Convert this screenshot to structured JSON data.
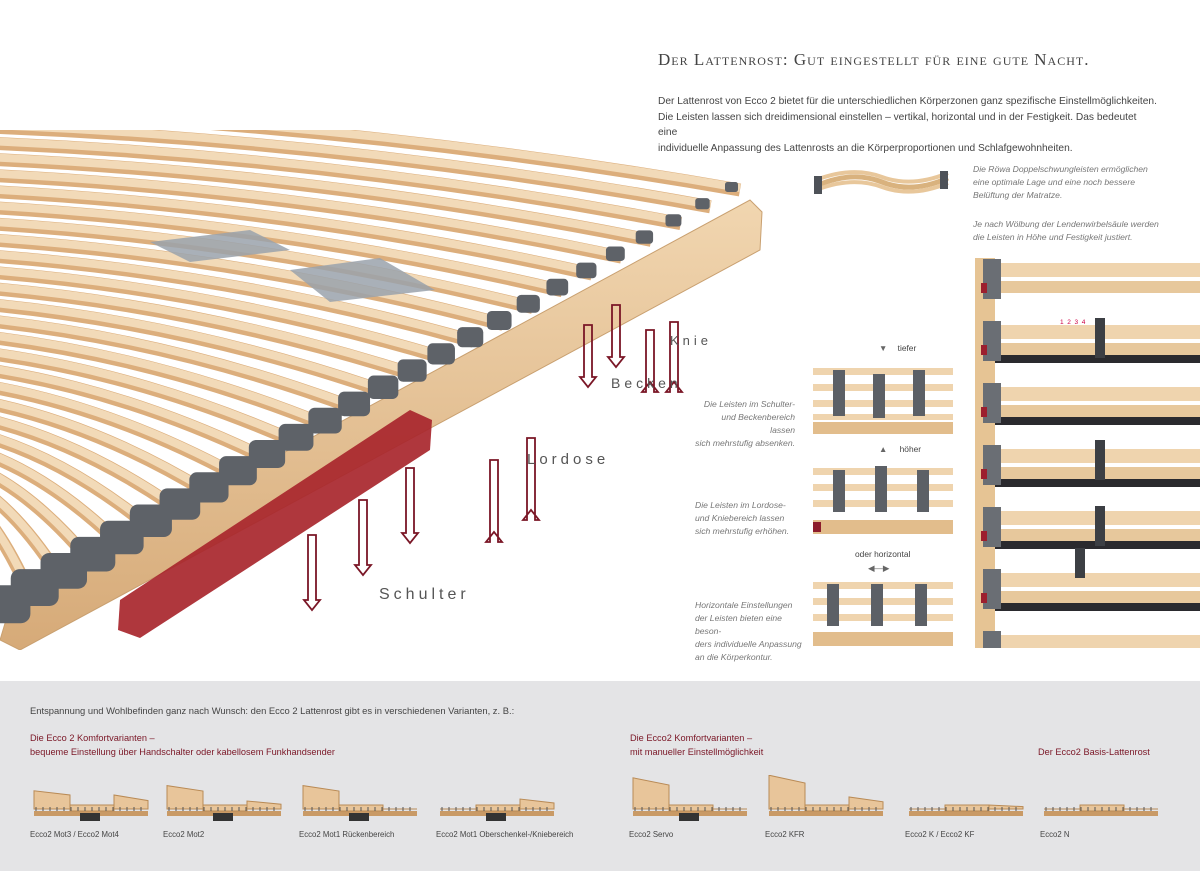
{
  "heading": "Der Lattenrost: Gut eingestellt für eine gute Nacht.",
  "intro": [
    "Der Lattenrost von Ecco 2 bietet für die unterschiedlichen Körperzonen ganz spezifische Einstellmöglichkeiten.",
    "Die Leisten lassen sich dreidimensional einstellen – vertikal, horizontal und in der Festigkeit. Das bedeutet eine",
    "individuelle Anpassung des Lattenrosts an die Körperproportionen und Schlafgewohnheiten."
  ],
  "zones": {
    "knie": "Knie",
    "becken": "Becken",
    "lordose": "Lordose",
    "schulter": "Schulter"
  },
  "captions": {
    "roewa": [
      "Die Röwa Doppelschwungleisten ermöglichen",
      "eine optimale Lage und eine noch bessere",
      "Belüftung der Matratze."
    ],
    "woelbung": [
      "Je nach Wölbung der Lendenwirbelsäule werden",
      "die Leisten in Höhe und Festigkeit justiert."
    ],
    "schulter": [
      "Die Leisten im Schulter-",
      "und Beckenbereich lassen",
      "sich mehrstufig absenken."
    ],
    "lordose": [
      "Die Leisten im Lordose-",
      "und Kniebereich lassen",
      "sich mehrstufig erhöhen."
    ],
    "horizontal": [
      "Horizontale Einstellungen",
      "der Leisten bieten eine beson-",
      "ders individuelle Anpassung",
      "an die Körperkontur."
    ]
  },
  "adjust_labels": {
    "tiefer": "tiefer",
    "hoeher": "höher",
    "horizontal": "oder horizontal"
  },
  "firmness_digits": [
    "1",
    "2",
    "3",
    "4"
  ],
  "bottom": {
    "lead": "Entspannung und Wohlbefinden ganz nach Wunsch: den Ecco 2 Lattenrost gibt es in verschiedenen Varianten, z. B.:",
    "group1": [
      "Die Ecco 2 Komfortvarianten –",
      "bequeme Einstellung über Handschalter oder kabellosem Funkhandsender"
    ],
    "group2": [
      "Die Ecco2 Komfortvarianten –",
      "mit manueller Einstellmöglichkeit"
    ],
    "group3": "Der Ecco2 Basis-Lattenrost",
    "products": [
      {
        "name": "Ecco2 Mot3 / Ecco2 Mot4",
        "style": "mot3"
      },
      {
        "name": "Ecco2 Mot2",
        "style": "mot2"
      },
      {
        "name": "Ecco2 Mot1 Rückenbereich",
        "style": "mot1r"
      },
      {
        "name": "Ecco2 Mot1 Oberschenkel-/Kniebereich",
        "style": "mot1o"
      },
      {
        "name": "Ecco2 Servo",
        "style": "servo"
      },
      {
        "name": "Ecco2 KFR",
        "style": "kfr"
      },
      {
        "name": "Ecco2 K  / Ecco2 KF",
        "style": "k"
      },
      {
        "name": "Ecco2 N",
        "style": "n"
      }
    ]
  },
  "colors": {
    "wood": "#e9c9a0",
    "wood_dark": "#c99a66",
    "plastic": "#5e6268",
    "accent_red": "#8c1c2c",
    "bottom_bg": "#e4e4e6"
  }
}
